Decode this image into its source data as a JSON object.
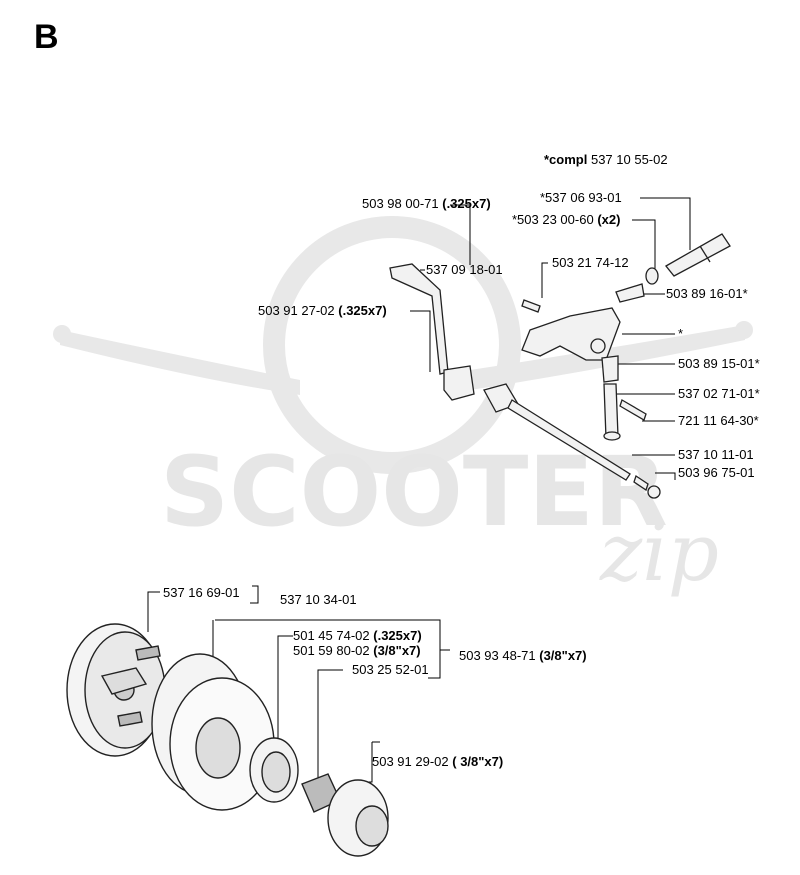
{
  "section": "B",
  "watermark": {
    "text": "SCOOTER",
    "script": "zip",
    "color": "#e6e6e6"
  },
  "labels": {
    "compl": {
      "prefix": "*compl",
      "number": "537 10 55-02"
    },
    "l_537069301": {
      "number": "*537 06 93-01"
    },
    "l_503230060": {
      "number": "*503 23 00-60",
      "note": "(x2)"
    },
    "l_503980071": {
      "number": "503 98 00-71",
      "note": "(.325x7)"
    },
    "l_503217412": {
      "number": "503 21 74-12"
    },
    "l_537091801": {
      "number": "537 09 18-01"
    },
    "l_503891601": {
      "number": "503 89 16-01*"
    },
    "l_503912702": {
      "number": "503 91 27-02",
      "note": "(.325x7)"
    },
    "l_star": {
      "number": "*"
    },
    "l_503891501": {
      "number": "503 89 15-01*"
    },
    "l_537027101": {
      "number": "537 02 71-01*"
    },
    "l_721116430": {
      "number": "721 11 64-30*"
    },
    "l_537101101": {
      "number": "537 10 11-01"
    },
    "l_503967501": {
      "number": "503 96 75-01"
    },
    "l_537166901": {
      "number": "537 16 69-01"
    },
    "l_537103401": {
      "number": "537 10 34-01"
    },
    "l_501457402": {
      "number": "501 45 74-02",
      "note": "(.325x7)"
    },
    "l_501598002": {
      "number": "501 59 80-02",
      "note": "(3/8\"x7)"
    },
    "l_503934871": {
      "number": "503 93 48-71",
      "note": "(3/8\"x7)"
    },
    "l_503255201": {
      "number": "503 25 52-01"
    },
    "l_503912902": {
      "number": "503 91 29-02",
      "note": "( 3/8\"x7)"
    }
  }
}
